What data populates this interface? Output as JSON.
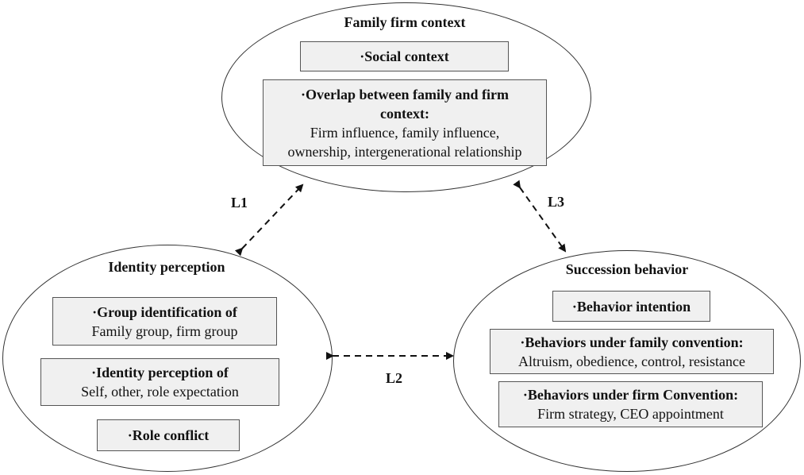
{
  "top": {
    "title": "Family firm context",
    "box1": {
      "heading": "·Social context"
    },
    "box2": {
      "heading_line1": "·Overlap between family and firm",
      "heading_line2": "context:",
      "text_line1": "Firm influence, family influence,",
      "text_line2": "ownership, intergenerational relationship"
    }
  },
  "left": {
    "title": "Identity perception",
    "box1": {
      "heading": "·Group identification of",
      "text": "Family group, firm group"
    },
    "box2": {
      "heading": "·Identity perception of",
      "text": "Self, other, role expectation"
    },
    "box3": {
      "heading": "·Role conflict"
    }
  },
  "right": {
    "title": "Succession behavior",
    "box1": {
      "heading": "·Behavior intention"
    },
    "box2": {
      "heading": "·Behaviors under family convention:",
      "text": "Altruism, obedience, control, resistance"
    },
    "box3": {
      "heading": "·Behaviors under firm Convention:",
      "text": "Firm strategy, CEO appointment"
    }
  },
  "links": {
    "l1": "L1",
    "l2": "L2",
    "l3": "L3"
  }
}
